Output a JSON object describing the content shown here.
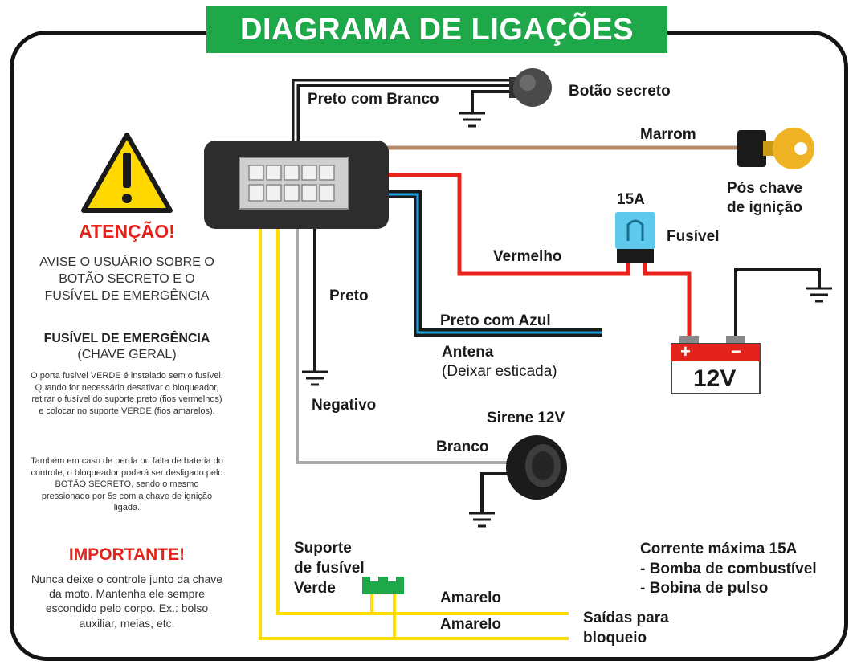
{
  "title": "DIAGRAMA DE LIGAÇÕES",
  "left_panel": {
    "attention_title": "ATENÇÃO!",
    "attention_text": "AVISE O USUÁRIO SOBRE O BOTÃO SECRETO E O FUSÍVEL DE EMERGÊNCIA",
    "fuse_title": "FUSÍVEL DE EMERGÊNCIA",
    "fuse_subtitle": "(CHAVE GERAL)",
    "fuse_text": "O porta fusível VERDE é instalado sem o fusível. Quando for necessário desativar o bloqueador, retirar o fusível do suporte preto (fios vermelhos) e colocar no suporte VERDE (fios amarelos).",
    "battery_text": "Também em caso de perda ou falta de bateria do controle, o bloqueador poderá ser desligado pelo BOTÃO SECRETO, sendo o mesmo pressionado por 5s com a chave de ignição ligada.",
    "important_title": "IMPORTANTE!",
    "important_text": "Nunca deixe o controle junto da chave da moto. Mantenha ele sempre escondido pelo corpo. Ex.: bolso auxiliar, meias, etc."
  },
  "wires": {
    "black_white": "Preto com Branco",
    "brown": "Marrom",
    "red": "Vermelho",
    "black": "Preto",
    "black_blue": "Preto com Azul",
    "white": "Branco",
    "yellow_1": "Amarelo",
    "yellow_2": "Amarelo"
  },
  "components": {
    "secret_button": "Botão secreto",
    "ignition_line1": "Pós chave",
    "ignition_line2": "de ignição",
    "fuse_rating": "15A",
    "fuse": "Fusível",
    "antenna": "Antena",
    "antenna_note": "(Deixar esticada)",
    "negative": "Negativo",
    "siren": "Sirene 12V",
    "battery_voltage": "12V",
    "battery_plus": "+",
    "battery_minus": "−",
    "green_holder_line1": "Suporte",
    "green_holder_line2": "de fusível",
    "green_holder_line3": "Verde",
    "outputs_line1": "Saídas para",
    "outputs_line2": "bloqueio"
  },
  "specs": {
    "title": "Corrente máxima 15A",
    "item1": "- Bomba de combustível",
    "item2": "- Bobina de pulso"
  },
  "colors": {
    "title_green": "#1fa84a",
    "alert_red": "#e3231b",
    "warning_yellow": "#ffd800",
    "wire_yellow": "#ffdd00",
    "wire_red": "#e8231d",
    "wire_blue": "#1ba3e0",
    "wire_brown": "#b58a6a",
    "wire_gray": "#a8a8a8",
    "fuse_blue": "#5ec9ec",
    "key_gold": "#f0b323"
  },
  "icons": [
    "warning-triangle-icon",
    "ground-icon",
    "push-button-icon",
    "ignition-key-icon",
    "blade-fuse-icon",
    "battery-icon",
    "siren-icon",
    "fuse-holder-icon"
  ]
}
